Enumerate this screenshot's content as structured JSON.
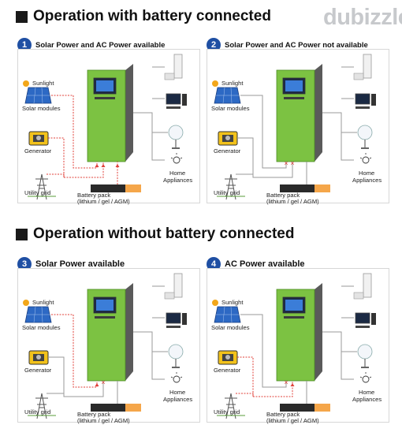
{
  "brand": "dubizzle",
  "sections": [
    {
      "title": "Operation with battery connected"
    },
    {
      "title": "Operation without battery connected"
    }
  ],
  "panels": [
    {
      "number": "1",
      "label": "Solar Power and AC Power available",
      "labels": {
        "sunlight": "Sunlight",
        "solar": "Solar modules",
        "generator": "Generator",
        "grid": "Utility grid",
        "battery": "Battery pack",
        "battery_sub": "(lithium / gel / AGM)",
        "home": "Home",
        "home_sub": "Appliances"
      }
    },
    {
      "number": "2",
      "label": "Solar Power and AC Power not available",
      "labels": {
        "sunlight": "Sunlight",
        "solar": "Solar modules",
        "generator": "Generator",
        "grid": "Utility grid",
        "battery": "Battery pack",
        "battery_sub": "(lithium / gel / AGM)",
        "home": "Home",
        "home_sub": "Appliances"
      }
    },
    {
      "number": "3",
      "label": "Solar Power available",
      "labels": {
        "sunlight": "Sunlight",
        "solar": "Solar modules",
        "generator": "Generator",
        "grid": "Utility grid",
        "battery": "Battery pack",
        "battery_sub": "(lithium / gel / AGM)",
        "home": "Home",
        "home_sub": "Appliances"
      }
    },
    {
      "number": "4",
      "label": "AC Power available",
      "labels": {
        "sunlight": "Sunlight",
        "solar": "Solar modules",
        "generator": "Generator",
        "grid": "Utility grid",
        "battery": "Battery pack",
        "battery_sub": "(lithium / gel / AGM)",
        "home": "Home",
        "home_sub": "Appliances"
      }
    }
  ],
  "colors": {
    "inverter": "#7cc242",
    "badge": "#1f4fa3",
    "active_line": "#e0403a",
    "inactive_line": "#9a9a9a",
    "battery_orange": "#f5a64a"
  }
}
